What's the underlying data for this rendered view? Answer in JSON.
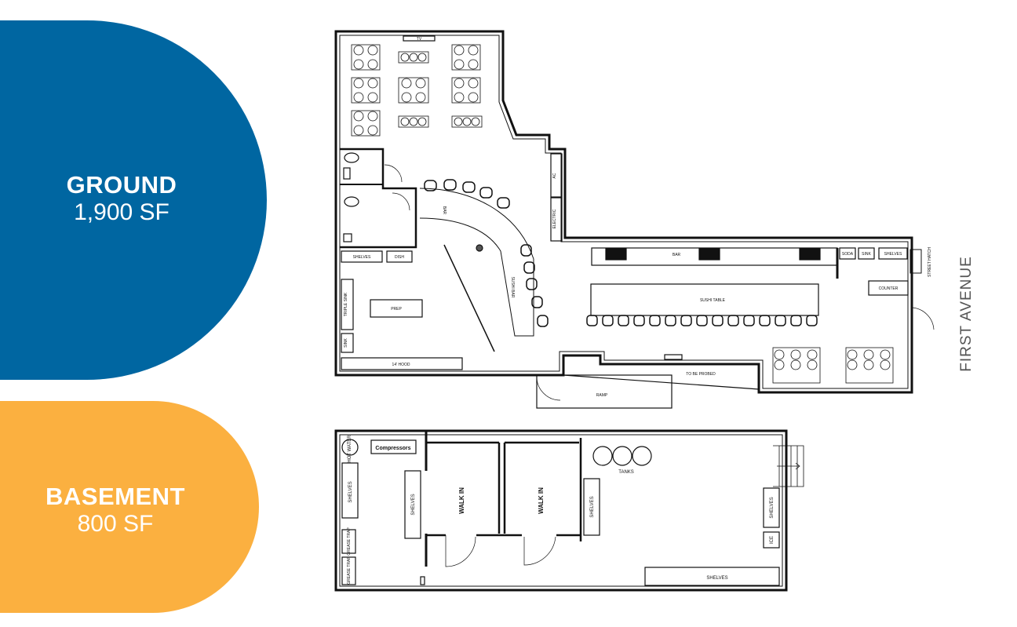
{
  "colors": {
    "ground": "#0066a1",
    "basement": "#fbb040",
    "line": "#111111",
    "street": "#555555"
  },
  "ground": {
    "title": "GROUND",
    "area": "1,900 SF"
  },
  "basement": {
    "title": "BASEMENT",
    "area": "800 SF"
  },
  "street_label": "FIRST AVENUE",
  "ground_plan": {
    "tv": "TV",
    "bar_left": "BAR",
    "sushi_bar": "SUSHI BAR",
    "bar_right": "BAR",
    "sushi_table": "SUSHI TABLE",
    "shelves": "SHELVES",
    "dish": "DISH",
    "triple_sink": "TRIPLE SINK",
    "sink": "SINK",
    "prep": "PREP",
    "hood": "14' HOOD",
    "electric": "ELECTRIC",
    "ac": "AC",
    "soda": "SODA",
    "sink_right": "SINK",
    "shelves_right": "SHELVES",
    "counter": "COUNTER",
    "street_hatch": "STREET HATCH",
    "to_be_probed": "TO BE PROBED",
    "ramp": "RAMP"
  },
  "basement_plan": {
    "hot_water": "HOT WATER",
    "compressors": "Compressors",
    "shelves_1": "SHELVES",
    "shelves_2": "SHELVES",
    "walk_in_1": "WALK IN",
    "walk_in_2": "WALK IN",
    "tanks": "TANKS",
    "shelves_3": "SHELVES",
    "shelves_4": "SHELVES",
    "ice": "ICE",
    "grease_trap_1": "GREASE TRAP",
    "grease_trap_2": "GREASE TRAP",
    "shelves_bottom": "SHELVES"
  }
}
